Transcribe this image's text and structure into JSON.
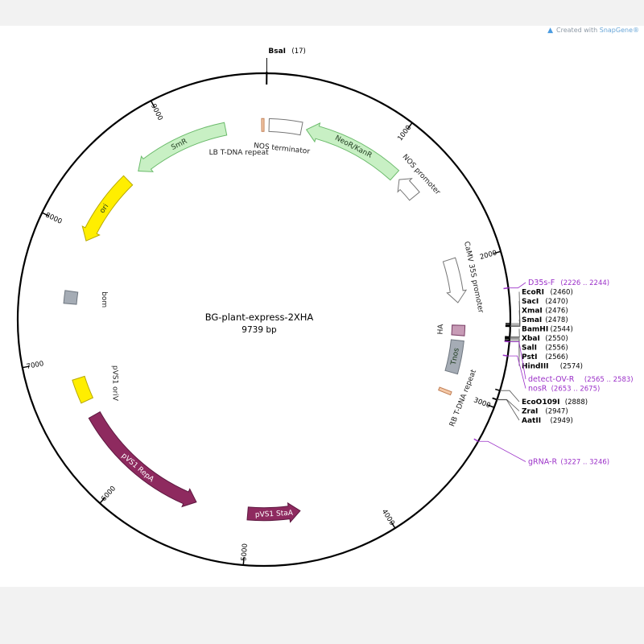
{
  "credit": {
    "prefix": "Created with ",
    "brand": "SnapGene",
    "mark": "®",
    "logo_icon": "snapgene-logo-icon"
  },
  "plasmid": {
    "name": "BG-plant-express-2XHA",
    "size_label": "9739 bp",
    "length": 9739
  },
  "ticks": [
    {
      "pos": 1000,
      "label": "1000"
    },
    {
      "pos": 2000,
      "label": "2000"
    },
    {
      "pos": 3000,
      "label": "3000"
    },
    {
      "pos": 4000,
      "label": "4000"
    },
    {
      "pos": 5000,
      "label": "5000"
    },
    {
      "pos": 6000,
      "label": "6000"
    },
    {
      "pos": 7000,
      "label": "7000"
    },
    {
      "pos": 8000,
      "label": "8000"
    },
    {
      "pos": 9000,
      "label": "9000"
    }
  ],
  "features": [
    {
      "name": "NeoR/KanR",
      "start": 340,
      "end": 1140,
      "dir": "ccw",
      "ring": 0.79,
      "color": "#c8f0c4",
      "stroke": "#6aba6a",
      "label_inside": true
    },
    {
      "name": "NOS terminator",
      "start": 40,
      "end": 300,
      "dir": "none",
      "ring": 0.79,
      "color": "#ffffff",
      "stroke": "#777777",
      "label_inside": false
    },
    {
      "name": "LB T-DNA repeat",
      "start": 9720,
      "end": 9739,
      "dir": "none",
      "ring": 0.79,
      "color": "#f5c9a8",
      "stroke": "#c07f55",
      "label_inside": false
    },
    {
      "name": "NOS promoter",
      "start": 1190,
      "end": 1370,
      "dir": "ccw",
      "ring": 0.79,
      "color": "#ffffff",
      "stroke": "#777777",
      "label_inside": false
    },
    {
      "name": "CaMV 35S promoter",
      "start": 1950,
      "end": 2300,
      "dir": "cw",
      "ring": 0.79,
      "color": "#ffffff",
      "stroke": "#777777",
      "label_inside": false
    },
    {
      "name": "HA",
      "start": 2480,
      "end": 2560,
      "dir": "none",
      "ring": 0.79,
      "color": "#c79bb6",
      "stroke": "#7a3f66",
      "label_inside": false
    },
    {
      "name": "Tnos",
      "start": 2600,
      "end": 2860,
      "dir": "none",
      "ring": 0.79,
      "color": "#a5acb5",
      "stroke": "#6f7780",
      "label_inside": true
    },
    {
      "name": "RB T-DNA repeat",
      "start": 3005,
      "end": 3030,
      "dir": "none",
      "ring": 0.79,
      "color": "#f5c9a8",
      "stroke": "#c07f55",
      "label_inside": false
    },
    {
      "name": "pVS1 StaA",
      "start": 4580,
      "end": 5000,
      "dir": "ccw",
      "ring": 0.79,
      "color": "#8e2a5f",
      "stroke": "#5e1840",
      "label_inside": true
    },
    {
      "name": "pVS1 RepA",
      "start": 5420,
      "end": 6510,
      "dir": "ccw",
      "ring": 0.79,
      "color": "#8e2a5f",
      "stroke": "#5e1840",
      "label_inside": true
    },
    {
      "name": "pVS1 oriV",
      "start": 6640,
      "end": 6830,
      "dir": "none",
      "ring": 0.79,
      "color": "#ffee00",
      "stroke": "#b7a900",
      "label_inside": false
    },
    {
      "name": "bom",
      "start": 7430,
      "end": 7530,
      "dir": "none",
      "ring": 0.79,
      "color": "#a5acb5",
      "stroke": "#6f7780",
      "label_inside": false
    },
    {
      "name": "ori",
      "start": 7950,
      "end": 8540,
      "dir": "ccw",
      "ring": 0.79,
      "color": "#ffee00",
      "stroke": "#b7a900",
      "label_inside": true
    },
    {
      "name": "SmR",
      "start": 8650,
      "end": 9430,
      "dir": "ccw",
      "ring": 0.79,
      "color": "#c8f0c4",
      "stroke": "#6aba6a",
      "label_inside": true
    }
  ],
  "sites": [
    {
      "name": "BsaI",
      "pos_label": "(17)",
      "pos": 17,
      "color": "#000000",
      "bold": true
    },
    {
      "name": "D35s-F",
      "pos_label": "(2226 .. 2244)",
      "pos": 2235,
      "color": "#9b30c8",
      "bold": false
    },
    {
      "name": "EcoRI",
      "pos_label": "(2460)",
      "pos": 2460,
      "color": "#000000",
      "bold": true
    },
    {
      "name": "SacI",
      "pos_label": "(2470)",
      "pos": 2470,
      "color": "#000000",
      "bold": true
    },
    {
      "name": "XmaI",
      "pos_label": "(2476)",
      "pos": 2476,
      "color": "#000000",
      "bold": true
    },
    {
      "name": "SmaI",
      "pos_label": "(2478)",
      "pos": 2478,
      "color": "#000000",
      "bold": true
    },
    {
      "name": "BamHI",
      "pos_label": "(2544)",
      "pos": 2544,
      "color": "#000000",
      "bold": true
    },
    {
      "name": "XbaI",
      "pos_label": "(2550)",
      "pos": 2550,
      "color": "#000000",
      "bold": true
    },
    {
      "name": "SalI",
      "pos_label": "(2556)",
      "pos": 2556,
      "color": "#000000",
      "bold": true
    },
    {
      "name": "PstI",
      "pos_label": "(2566)",
      "pos": 2566,
      "color": "#000000",
      "bold": true
    },
    {
      "name": "HindIII",
      "pos_label": "(2574)",
      "pos": 2574,
      "color": "#000000",
      "bold": true
    },
    {
      "name": "detect-OV-R",
      "pos_label": "(2565 .. 2583)",
      "pos": 2574,
      "color": "#9b30c8",
      "bold": false
    },
    {
      "name": "nosR",
      "pos_label": "(2653 .. 2675)",
      "pos": 2664,
      "color": "#9b30c8",
      "bold": false
    },
    {
      "name": "EcoO109I",
      "pos_label": "(2888)",
      "pos": 2888,
      "color": "#000000",
      "bold": true
    },
    {
      "name": "ZraI",
      "pos_label": "(2947)",
      "pos": 2947,
      "color": "#000000",
      "bold": true
    },
    {
      "name": "AatII",
      "pos_label": "(2949)",
      "pos": 2949,
      "color": "#000000",
      "bold": true
    },
    {
      "name": "gRNA-R",
      "pos_label": "(3227 .. 3246)",
      "pos": 3236,
      "color": "#9b30c8",
      "bold": false
    }
  ]
}
